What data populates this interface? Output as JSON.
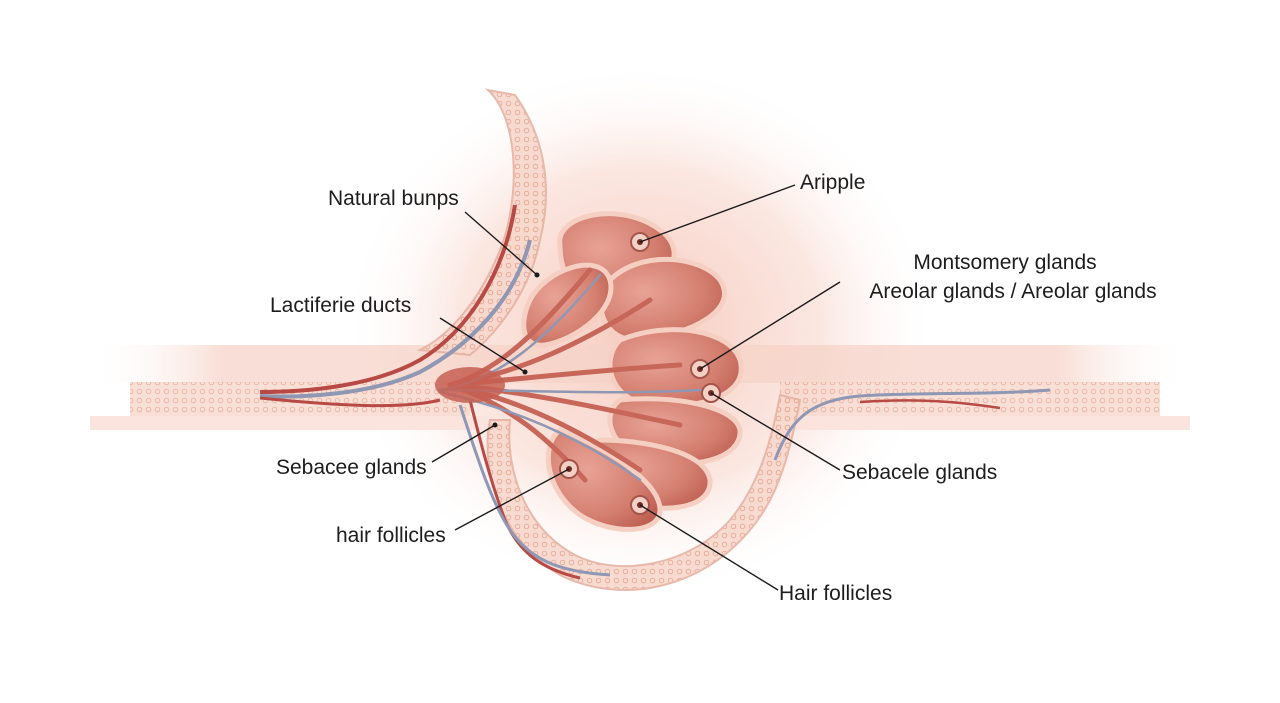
{
  "labels": {
    "natural_bumps": "Natural bunps",
    "aripple": "Aripple",
    "montgomery_glands": "Montsomery glands",
    "areolar_glands": "Areolar glands / Areolar glands",
    "lactiferous_ducts": "Lactiferie ducts",
    "sebaceous_glands_left": "Sebacee glands",
    "sebaceous_glands_right": "Sebacele glands",
    "hair_follicles_left": "hair follicles",
    "hair_follicles_right": "Hair follicles"
  },
  "colors": {
    "skin_light": "#fbe3dc",
    "skin_mid": "#f4c4b6",
    "dermis": "#f2c9bb",
    "fat_dots": "#e9a994",
    "lobe": "#d98576",
    "lobe_dark": "#b9594c",
    "duct_vein": "#8e97b3",
    "artery": "#b84a45",
    "leader": "#1a1a1a"
  }
}
